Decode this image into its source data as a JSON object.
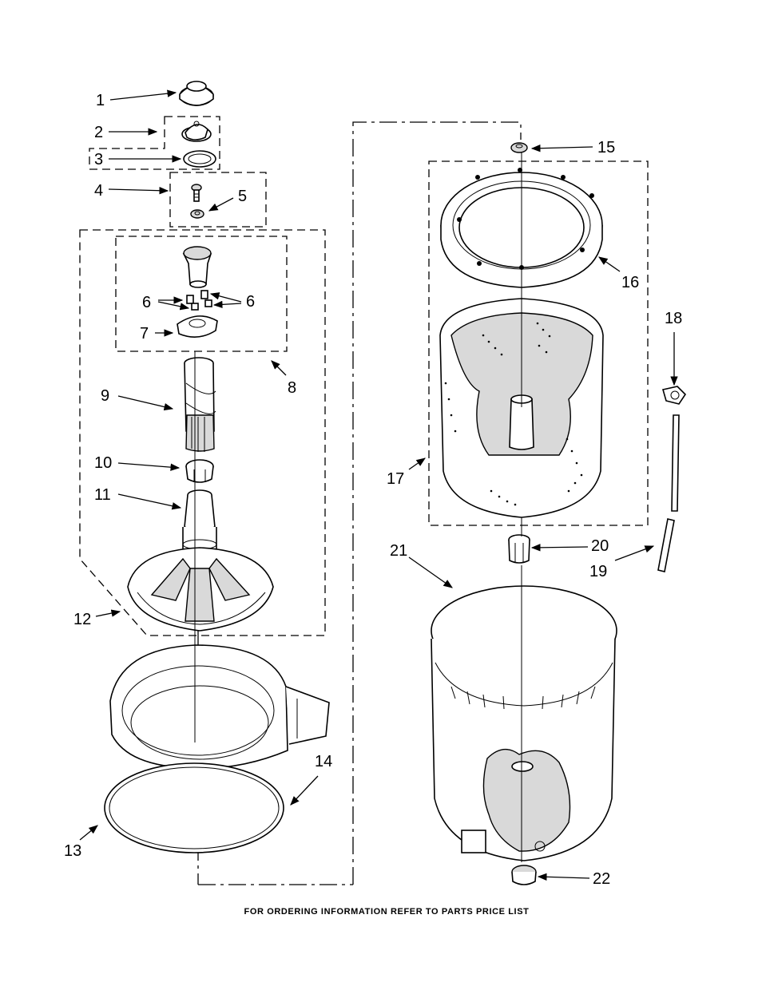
{
  "footer_text": "FOR ORDERING INFORMATION REFER TO PARTS PRICE LIST",
  "callouts": {
    "c1": "1",
    "c2": "2",
    "c3": "3",
    "c4": "4",
    "c5": "5",
    "c6a": "6",
    "c6b": "6",
    "c7": "7",
    "c8": "8",
    "c9": "9",
    "c10": "10",
    "c11": "11",
    "c12": "12",
    "c13": "13",
    "c14": "14",
    "c15": "15",
    "c16": "16",
    "c17": "17",
    "c18": "18",
    "c19": "19",
    "c20": "20",
    "c21": "21",
    "c22": "22"
  }
}
